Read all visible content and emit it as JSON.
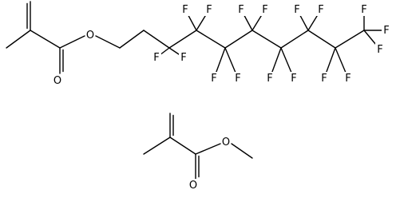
{
  "molecules": [
    {
      "atoms": {
        "o_ester": "O",
        "o_carbonyl": "O",
        "f": [
          "F",
          "F",
          "F",
          "F",
          "F",
          "F",
          "F",
          "F",
          "F",
          "F",
          "F",
          "F",
          "F",
          "F",
          "F",
          "F",
          "F"
        ]
      }
    },
    {
      "atoms": {
        "o_ester": "O",
        "o_carbonyl": "O"
      }
    }
  ],
  "colors": {
    "bond": "#000000",
    "text": "#000000",
    "background": "#ffffff"
  }
}
